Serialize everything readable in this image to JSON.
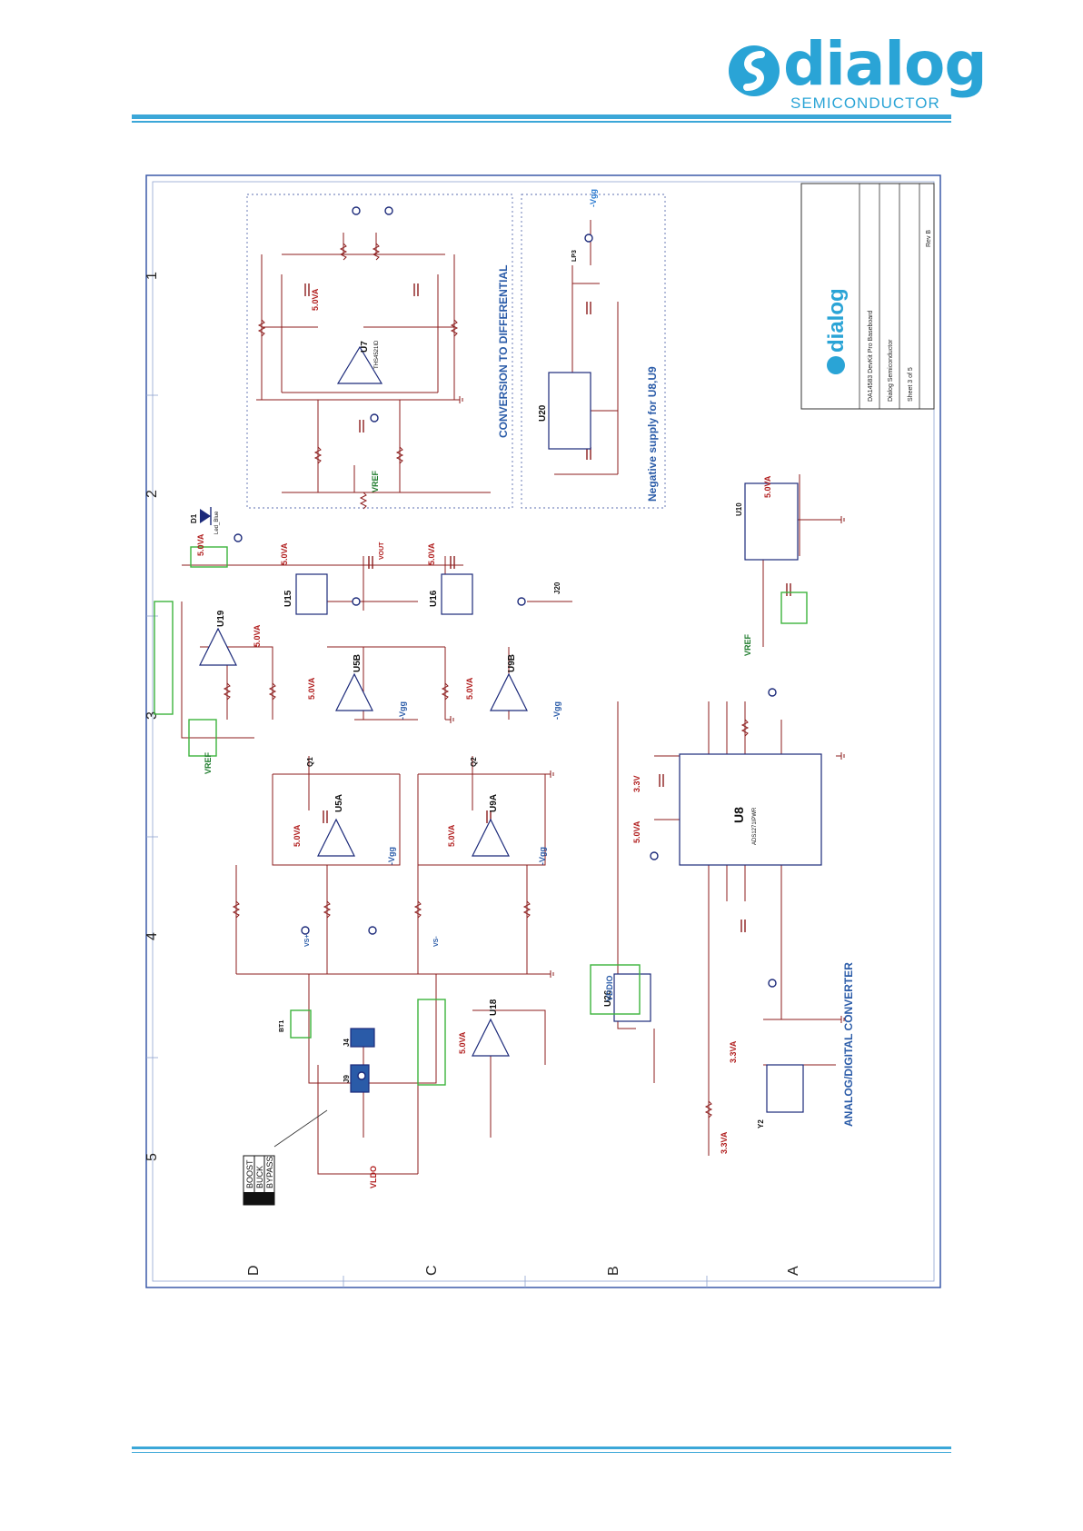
{
  "header": {
    "brand": "dialog",
    "brand_sub": "SEMICONDUCTOR",
    "accent_color": "#3ba7d8"
  },
  "schematic": {
    "section_titles": {
      "conversion": "CONVERSION TO DIFFERENTIAL",
      "negative_supply": "Negative supply for U8,U9",
      "adc": "ANALOG/DIGITAL CONVERTER"
    },
    "grid_numbers": [
      "1",
      "2",
      "3",
      "4",
      "5"
    ],
    "grid_letters": [
      "D",
      "C",
      "B",
      "A"
    ],
    "jumper_table": [
      "BOOST",
      "BUCK",
      "BYPASS"
    ],
    "parts": {
      "u7": "U7",
      "u7_part": "THS4521ID",
      "u8": "U8",
      "u8_part": "ADS1271IPWR",
      "u9a": "U9A",
      "u9b": "U9B",
      "u5a": "U5A",
      "u5b": "U5B",
      "u10": "U10",
      "u15": "U15",
      "u16": "U16",
      "u18": "U18",
      "u19": "U19",
      "u20": "U20",
      "u26": "U26",
      "d1": "D1",
      "d1_part": "Led_Blue",
      "q1": "Q1",
      "q2": "Q2",
      "j4": "J4",
      "j9": "J9",
      "j20": "J20",
      "y2": "Y2",
      "lp3": "LP3",
      "bt1": "BT1"
    },
    "nets": {
      "v5": "5.0VA",
      "v33": "3.3V",
      "v33a": "3.3VA",
      "vref": "VREF",
      "vgg": "-Vgg",
      "vldo": "VLDO",
      "vddio": "VDDIO",
      "vout": "VOUT",
      "vs_plus": "VS+",
      "vs_minus": "VS-"
    },
    "title_block": {
      "company": "Dialog Semiconductor",
      "title": "DA14583 DevKit Pro Baseboard",
      "sheet": "Sheet 3 of 5",
      "rev": "Rev B"
    }
  }
}
